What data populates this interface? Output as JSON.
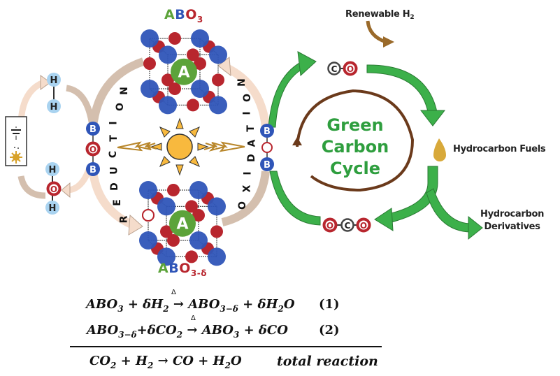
{
  "diagram": {
    "title_top": {
      "A": "A",
      "B": "B",
      "O": "O",
      "sub": "3"
    },
    "title_bottom": {
      "A": "A",
      "B": "B",
      "O": "O",
      "sub": "3-δ"
    },
    "center_atom_label": "A",
    "b_atom_label": "B",
    "o_atom_label": "O",
    "h_atom_label": "H",
    "c_atom_label": "C",
    "reduction_letters": [
      "R",
      "E",
      "D",
      "U",
      "C",
      "T",
      "I",
      "O",
      "N"
    ],
    "oxidation_letters": [
      "O",
      "X",
      "I",
      "D",
      "A",
      "T",
      "I",
      "O",
      "N"
    ],
    "renewable_label": "Renewable H",
    "renewable_sub": "2",
    "cycle_lines": [
      "Green",
      "Carbon",
      "Cycle"
    ],
    "fuels_label": "Hydrocarbon Fuels",
    "derivatives_lines": [
      "Hydrocarbon",
      "Derivatives"
    ],
    "energy_box": {
      "plus": "+",
      "minus": "-"
    },
    "colors": {
      "blue_atom": "#2f55b8",
      "red_atom": "#b8262e",
      "green_atom": "#5ca33a",
      "light_blue_atom": "#a9d3f0",
      "green_arrow": "#3cb04a",
      "brown_cycle": "#6b3a1b",
      "tan_arrow": "#d4bfae",
      "peach_arrow": "#f5dccb",
      "sun": "#f8b93e",
      "gold": "#b8862a",
      "text_green": "#2e9e3e"
    }
  },
  "equations": {
    "eq1": {
      "left": "ABO",
      "left_sub": "3",
      "plus1": " + δH",
      "h2_sub": "2",
      "arrow": "→",
      "delta": "Δ",
      "right": "ABO",
      "right_sub": "3−δ",
      "plus2": " + δH",
      "h2o_sub": "2",
      "tail": "O",
      "number": "(1)"
    },
    "eq2": {
      "left": "ABO",
      "left_sub": "3−δ",
      "plus1": "+δCO",
      "co2_sub": "2",
      "arrow": "→",
      "delta": "Δ",
      "right": "ABO",
      "right_sub": "3",
      "plus2": " + δCO",
      "number": "(2)"
    },
    "total": {
      "a": "CO",
      "a_sub": "2",
      "b": " + H",
      "b_sub": "2",
      "arrow": " → CO + H",
      "c_sub": "2",
      "tail": "O",
      "label": "total reaction"
    }
  }
}
